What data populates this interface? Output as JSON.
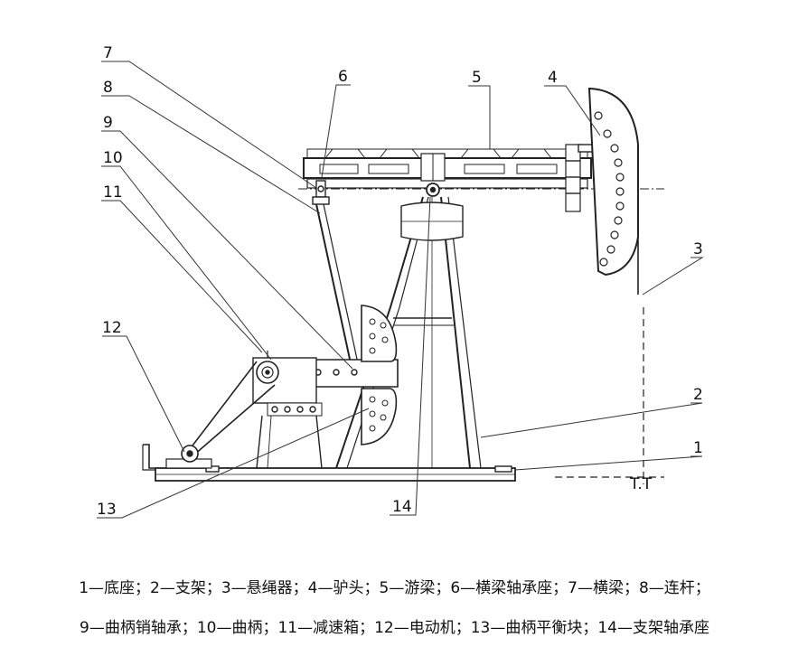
{
  "callouts": {
    "n1": "1",
    "n2": "2",
    "n3": "3",
    "n4": "4",
    "n5": "5",
    "n6": "6",
    "n7": "7",
    "n8": "8",
    "n9": "9",
    "n10": "10",
    "n11": "11",
    "n12": "12",
    "n13": "13",
    "n14": "14"
  },
  "baseline_mark": "T.T",
  "legend": {
    "line1": "1—底座；2—支架；3—悬绳器；4—驴头；5—游梁；6—横梁轴承座；7—横梁；8—连杆；",
    "line2": "9—曲柄销轴承；10—曲柄；11—减速箱；12—电动机；13—曲柄平衡块；14—支架轴承座"
  }
}
